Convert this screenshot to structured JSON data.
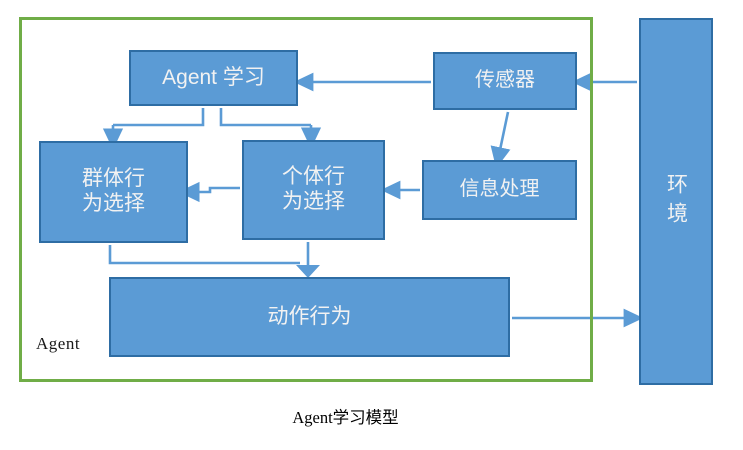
{
  "figure": {
    "caption": "Agent学习模型",
    "boundary_label": "Agent",
    "boundary_color": "#70AD47",
    "node_fill": "#5B9BD5",
    "node_border": "#2E6DA4",
    "arrow_color": "#5B9BD5",
    "text_color": "#F2F2F2"
  },
  "nodes": {
    "agent_learning": {
      "label": "Agent 学习"
    },
    "group_behavior": {
      "label": "群体行\n为选择"
    },
    "individual_behavior": {
      "label": "个体行\n为选择"
    },
    "sensor": {
      "label": "传感器"
    },
    "info_processing": {
      "label": "信息处理"
    },
    "action_behavior": {
      "label": "动作行为"
    },
    "environment": {
      "label": "环境"
    }
  },
  "edges": [
    {
      "from": "environment",
      "to": "sensor",
      "direction": "left"
    },
    {
      "from": "sensor",
      "to": "agent_learning",
      "direction": "left"
    },
    {
      "from": "sensor",
      "to": "info_processing",
      "direction": "down"
    },
    {
      "from": "info_processing",
      "to": "individual_behavior",
      "direction": "left"
    },
    {
      "from": "agent_learning",
      "to": "group_behavior",
      "direction": "down-split-left"
    },
    {
      "from": "agent_learning",
      "to": "individual_behavior",
      "direction": "down-split-right"
    },
    {
      "from": "individual_behavior",
      "to": "group_behavior",
      "direction": "left"
    },
    {
      "from": "group_behavior",
      "to": "action_behavior",
      "direction": "down-merge"
    },
    {
      "from": "individual_behavior",
      "to": "action_behavior",
      "direction": "down-merge"
    },
    {
      "from": "action_behavior",
      "to": "environment",
      "direction": "right"
    }
  ]
}
